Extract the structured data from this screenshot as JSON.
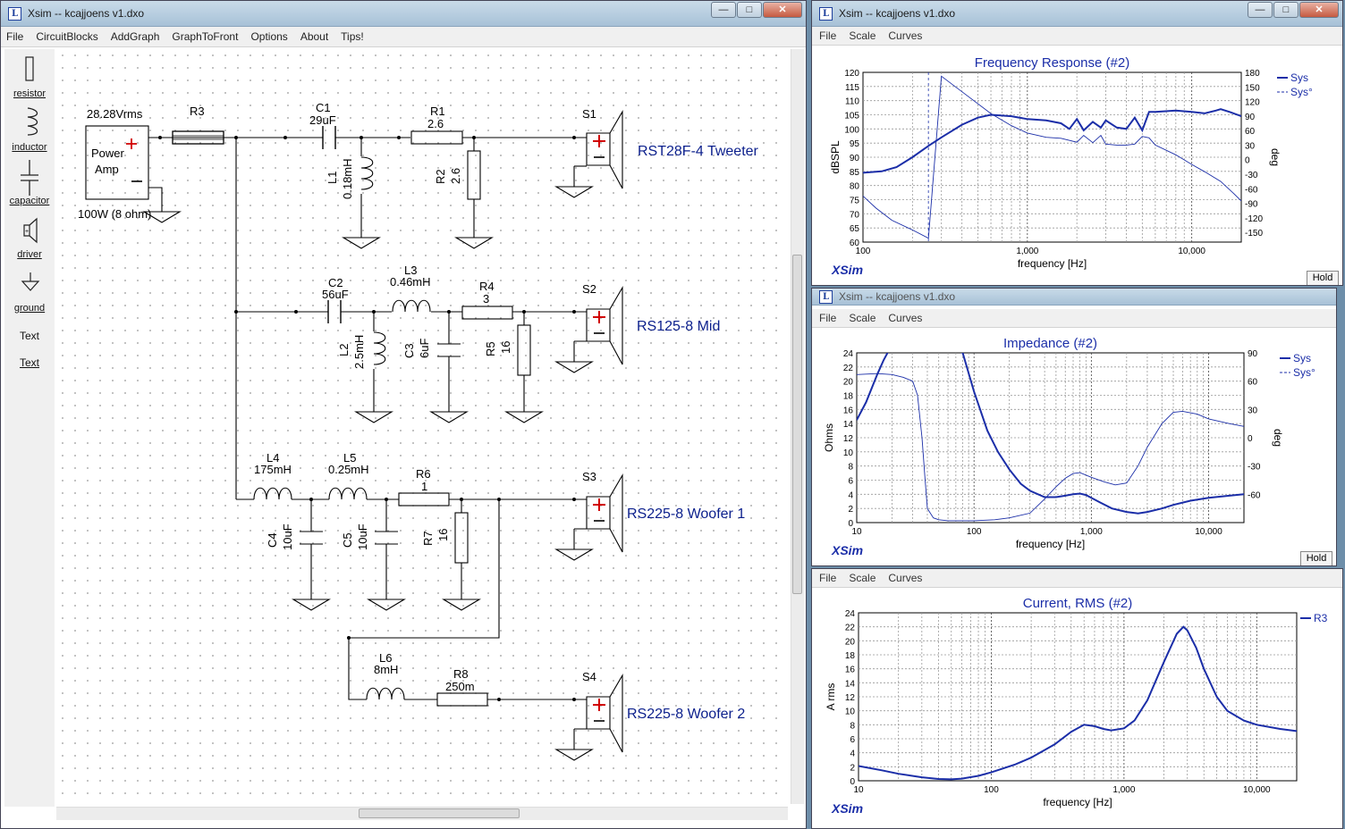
{
  "main": {
    "title": "Xsim -- kcajjoens v1.dxo",
    "menu": [
      "File",
      "CircuitBlocks",
      "AddGraph",
      "GraphToFront",
      "Options",
      "About",
      "Tips!"
    ],
    "tools": [
      "resistor",
      "inductor",
      "capacitor",
      "driver",
      "ground",
      "Text",
      "Text"
    ],
    "circuit": {
      "source": {
        "voltage": "28.28Vrms",
        "line1": "Power",
        "line2": "Amp",
        "rating": "100W (8 ohm)"
      },
      "R3": "R3",
      "C1": {
        "name": "C1",
        "value": "29uF"
      },
      "R1": {
        "name": "R1",
        "value": "2.6"
      },
      "L1": {
        "name": "L1",
        "value": "0.18mH"
      },
      "R2": {
        "name": "R2",
        "value": "2.6"
      },
      "S1": {
        "name": "S1",
        "label": "RST28F-4 Tweeter"
      },
      "C2": {
        "name": "C2",
        "value": "56uF"
      },
      "L3": {
        "name": "L3",
        "value": "0.46mH"
      },
      "R4": {
        "name": "R4",
        "value": "3"
      },
      "L2": {
        "name": "L2",
        "value": "2.5mH"
      },
      "C3": {
        "name": "C3",
        "value": "6uF"
      },
      "R5": {
        "name": "R5",
        "value": "16"
      },
      "S2": {
        "name": "S2",
        "label": "RS125-8 Mid"
      },
      "L4": {
        "name": "L4",
        "value": "175mH"
      },
      "L5": {
        "name": "L5",
        "value": "0.25mH"
      },
      "R6": {
        "name": "R6",
        "value": "1"
      },
      "C4": {
        "name": "C4",
        "value": "10uF"
      },
      "C5": {
        "name": "C5",
        "value": "10uF"
      },
      "R7": {
        "name": "R7",
        "value": "16"
      },
      "S3": {
        "name": "S3",
        "label": "RS225-8 Woofer 1"
      },
      "L6": {
        "name": "L6",
        "value": "8mH"
      },
      "R8": {
        "name": "R8",
        "value": "250m"
      },
      "S4": {
        "name": "S4",
        "label": "RS225-8 Woofer 2"
      }
    }
  },
  "freq": {
    "title": "Xsim -- kcajjoens v1.dxo",
    "menu": [
      "File",
      "Scale",
      "Curves"
    ],
    "graph_title": "Frequency Response (#2)",
    "ylabel": "dBSPL",
    "y2label": "deg",
    "xlabel": "frequency [Hz]",
    "yticks": [
      "120",
      "115",
      "110",
      "105",
      "100",
      "95",
      "90",
      "85",
      "80",
      "75",
      "70",
      "65",
      "60"
    ],
    "y2ticks": [
      "180",
      "150",
      "120",
      "90",
      "60",
      "30",
      "0",
      "-30",
      "-60",
      "-90",
      "-120",
      "-150"
    ],
    "xticks": [
      "100",
      "1,000",
      "10,000"
    ],
    "legend": [
      "Sys",
      "Sys°"
    ],
    "brand": "XSim",
    "hold": "Hold"
  },
  "imp": {
    "title": "Xsim -- kcajjoens v1.dxo",
    "menu": [
      "File",
      "Scale",
      "Curves"
    ],
    "graph_title": "Impedance (#2)",
    "ylabel": "Ohms",
    "y2label": "deg",
    "xlabel": "frequency [Hz]",
    "yticks": [
      "24",
      "22",
      "20",
      "18",
      "16",
      "14",
      "12",
      "10",
      "8",
      "6",
      "4",
      "2",
      "0"
    ],
    "y2ticks": [
      "90",
      "60",
      "30",
      "0",
      "-30",
      "-60"
    ],
    "xticks": [
      "10",
      "100",
      "1,000",
      "10,000"
    ],
    "legend": [
      "Sys",
      "Sys°"
    ],
    "brand": "XSim",
    "hold": "Hold"
  },
  "cur": {
    "menu": [
      "File",
      "Scale",
      "Curves"
    ],
    "graph_title": "Current, RMS (#2)",
    "ylabel": "A rms",
    "xlabel": "frequency [Hz]",
    "yticks": [
      "24",
      "22",
      "20",
      "18",
      "16",
      "14",
      "12",
      "10",
      "8",
      "6",
      "4",
      "2",
      "0"
    ],
    "xticks": [
      "10",
      "100",
      "1,000",
      "10,000"
    ],
    "legend": [
      "R3"
    ],
    "brand": "XSim"
  },
  "chart_data": [
    {
      "type": "line",
      "title": "Frequency Response (#2)",
      "xlabel": "frequency [Hz]",
      "ylabel": "dBSPL",
      "y2label": "deg",
      "xscale": "log",
      "xlim": [
        100,
        20000
      ],
      "ylim": [
        60,
        120
      ],
      "y2lim": [
        -170,
        180
      ],
      "grid": true,
      "legend": "top-right",
      "series": [
        {
          "name": "Sys",
          "axis": "left",
          "x": [
            100,
            130,
            160,
            200,
            250,
            300,
            400,
            500,
            600,
            800,
            1000,
            1300,
            1600,
            1800,
            2000,
            2200,
            2500,
            2800,
            3000,
            3500,
            4000,
            4500,
            5000,
            5500,
            6000,
            8000,
            10000,
            12000,
            14000,
            15000,
            17000,
            19000,
            20000
          ],
          "y": [
            84.5,
            85,
            86.5,
            90,
            94,
            97,
            101.5,
            104,
            105,
            104.5,
            103.5,
            103,
            102,
            100,
            103.5,
            99.5,
            102.5,
            100.5,
            103,
            100.5,
            100,
            104,
            99.5,
            106,
            106,
            106.5,
            106,
            105.5,
            106.5,
            107,
            106,
            105,
            104.5
          ]
        },
        {
          "name": "Sys°",
          "axis": "right",
          "x": [
            100,
            120,
            150,
            200,
            250,
            300,
            400,
            600,
            800,
            1000,
            1300,
            1600,
            2000,
            2200,
            2500,
            2800,
            3000,
            3500,
            4000,
            4500,
            5000,
            5500,
            6000,
            8000,
            10000,
            12000,
            15000,
            18000,
            20000
          ],
          "y": [
            -75,
            -100,
            -125,
            -145,
            -162,
            172,
            140,
            95,
            70,
            55,
            46,
            44,
            36,
            50,
            35,
            50,
            32,
            30,
            30,
            32,
            48,
            45,
            30,
            10,
            -10,
            -25,
            -45,
            -70,
            -85
          ]
        }
      ]
    },
    {
      "type": "line",
      "title": "Impedance (#2)",
      "xlabel": "frequency [Hz]",
      "ylabel": "Ohms",
      "y2label": "deg",
      "xscale": "log",
      "xlim": [
        10,
        20000
      ],
      "ylim": [
        0,
        24
      ],
      "y2lim": [
        -90,
        90
      ],
      "grid": true,
      "legend": "top-right",
      "series": [
        {
          "name": "Sys",
          "axis": "left",
          "x": [
            10,
            12,
            15,
            17,
            19,
            20,
            60,
            80,
            100,
            130,
            160,
            200,
            250,
            300,
            400,
            500,
            600,
            700,
            800,
            900,
            1000,
            1200,
            1500,
            2000,
            2500,
            3000,
            4000,
            5000,
            7000,
            10000,
            15000,
            20000
          ],
          "y": [
            14.5,
            17,
            21,
            23,
            24.5,
            25,
            25,
            24,
            18.5,
            13,
            10,
            7.5,
            5.5,
            4.5,
            3.6,
            3.6,
            3.8,
            4,
            4.1,
            3.9,
            3.5,
            2.8,
            2,
            1.5,
            1.3,
            1.5,
            2,
            2.5,
            3.1,
            3.5,
            3.8,
            4
          ]
        },
        {
          "name": "Sys°",
          "axis": "right",
          "x": [
            10,
            15,
            20,
            25,
            30,
            33,
            36,
            38,
            40,
            45,
            50,
            60,
            80,
            100,
            150,
            200,
            300,
            400,
            500,
            600,
            700,
            800,
            1000,
            1300,
            1600,
            2000,
            2500,
            3000,
            4000,
            5000,
            6000,
            8000,
            10000,
            15000,
            20000
          ],
          "y": [
            67,
            68,
            67,
            64,
            60,
            45,
            0,
            -40,
            -75,
            -85,
            -87,
            -88,
            -88,
            -88,
            -87,
            -85,
            -80,
            -65,
            -52,
            -43,
            -38,
            -37,
            -42,
            -47,
            -50,
            -48,
            -30,
            -10,
            15,
            27,
            28,
            25,
            20,
            15,
            12
          ]
        }
      ]
    },
    {
      "type": "line",
      "title": "Current, RMS (#2)",
      "xlabel": "frequency [Hz]",
      "ylabel": "A rms",
      "xscale": "log",
      "xlim": [
        10,
        20000
      ],
      "ylim": [
        0,
        24
      ],
      "grid": true,
      "legend": "top-right",
      "series": [
        {
          "name": "R3",
          "x": [
            10,
            15,
            20,
            30,
            40,
            50,
            60,
            80,
            100,
            150,
            200,
            300,
            400,
            500,
            600,
            700,
            800,
            1000,
            1200,
            1500,
            2000,
            2500,
            2800,
            3000,
            3500,
            4000,
            5000,
            6000,
            8000,
            10000,
            15000,
            20000
          ],
          "y": [
            2.1,
            1.5,
            1,
            0.5,
            0.25,
            0.2,
            0.3,
            0.7,
            1.2,
            2.3,
            3.3,
            5.2,
            7,
            8,
            7.8,
            7.4,
            7.2,
            7.5,
            8.6,
            11.5,
            17,
            21,
            22,
            21.5,
            19,
            16,
            12,
            10,
            8.6,
            8,
            7.4,
            7.1
          ]
        }
      ]
    }
  ]
}
